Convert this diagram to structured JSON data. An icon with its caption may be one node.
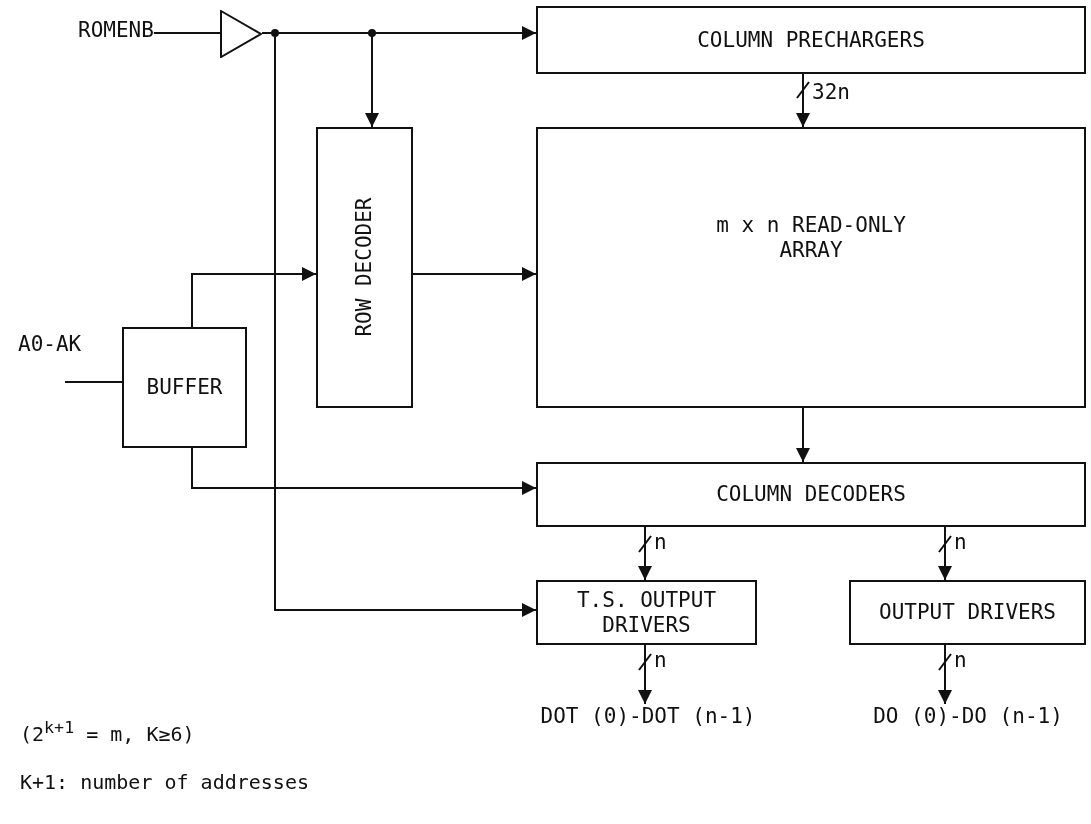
{
  "diagram": {
    "nodes": [
      {
        "text": [
          "ROMENB"
        ]
      },
      {
        "text": [],
        "shape": "triangle"
      },
      {
        "text": [
          "COLUMN PRECHARGERS"
        ]
      },
      {
        "text": [
          "ROW DECODER"
        ]
      },
      {
        "text": [
          "m x n READ-ONLY ARRAY"
        ]
      },
      {
        "text": [
          "BUFFER"
        ]
      },
      {
        "text": [
          "COLUMN DECODERS"
        ]
      },
      {
        "text": [
          "T.S. OUTPUT DRIVERS"
        ]
      },
      {
        "text": [
          "OUTPUT DRIVERS"
        ]
      },
      {
        "text": [
          "DOT (0)-DOT (n-1)"
        ]
      },
      {
        "text": [
          "DO (0)-DO (n-1)"
        ]
      }
    ],
    "edges": [
      {
        "from": 0,
        "to": 1,
        "arrow": "none"
      },
      {
        "from": 1,
        "to": 2,
        "arrow": "to"
      },
      {
        "from": 1,
        "to": 3,
        "arrow": "to"
      },
      {
        "from": 1,
        "to": 7,
        "arrow": "to"
      },
      {
        "from": null,
        "to": 5,
        "arrow": "none"
      },
      {
        "from": 5,
        "to": 3,
        "arrow": "to"
      },
      {
        "from": 5,
        "to": 6,
        "arrow": "to"
      },
      {
        "from": 3,
        "to": 4,
        "arrow": "to"
      },
      {
        "from": 2,
        "to": 4,
        "arrow": "to",
        "label": "32n"
      },
      {
        "from": 4,
        "to": 6,
        "arrow": "to"
      },
      {
        "from": 6,
        "to": 7,
        "arrow": "to",
        "label": "n"
      },
      {
        "from": 6,
        "to": 8,
        "arrow": "to",
        "label": "n"
      },
      {
        "from": 7,
        "to": 9,
        "arrow": "to",
        "label": "n"
      },
      {
        "from": 8,
        "to": 10,
        "arrow": "to",
        "label": "n"
      }
    ],
    "labels": [
      "A0-AK",
      "(2$^{k+1}$ = m, K≥6)",
      "K+1: number of addresses"
    ]
  }
}
